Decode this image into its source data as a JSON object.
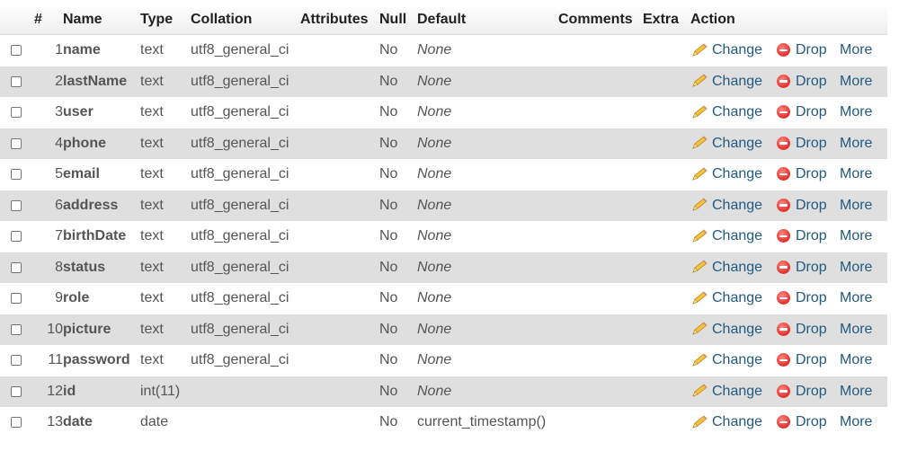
{
  "headers": {
    "num": "#",
    "name": "Name",
    "type": "Type",
    "collation": "Collation",
    "attributes": "Attributes",
    "null": "Null",
    "default": "Default",
    "comments": "Comments",
    "extra": "Extra",
    "action": "Action"
  },
  "actions": {
    "change": "Change",
    "drop": "Drop",
    "more": "More"
  },
  "rows": [
    {
      "num": "1",
      "name": "name",
      "type": "text",
      "collation": "utf8_general_ci",
      "null": "No",
      "default": "None"
    },
    {
      "num": "2",
      "name": "lastName",
      "type": "text",
      "collation": "utf8_general_ci",
      "null": "No",
      "default": "None"
    },
    {
      "num": "3",
      "name": "user",
      "type": "text",
      "collation": "utf8_general_ci",
      "null": "No",
      "default": "None"
    },
    {
      "num": "4",
      "name": "phone",
      "type": "text",
      "collation": "utf8_general_ci",
      "null": "No",
      "default": "None"
    },
    {
      "num": "5",
      "name": "email",
      "type": "text",
      "collation": "utf8_general_ci",
      "null": "No",
      "default": "None"
    },
    {
      "num": "6",
      "name": "address",
      "type": "text",
      "collation": "utf8_general_ci",
      "null": "No",
      "default": "None"
    },
    {
      "num": "7",
      "name": "birthDate",
      "type": "text",
      "collation": "utf8_general_ci",
      "null": "No",
      "default": "None"
    },
    {
      "num": "8",
      "name": "status",
      "type": "text",
      "collation": "utf8_general_ci",
      "null": "No",
      "default": "None"
    },
    {
      "num": "9",
      "name": "role",
      "type": "text",
      "collation": "utf8_general_ci",
      "null": "No",
      "default": "None"
    },
    {
      "num": "10",
      "name": "picture",
      "type": "text",
      "collation": "utf8_general_ci",
      "null": "No",
      "default": "None"
    },
    {
      "num": "11",
      "name": "password",
      "type": "text",
      "collation": "utf8_general_ci",
      "null": "No",
      "default": "None"
    },
    {
      "num": "12",
      "name": "id",
      "type": "int(11)",
      "collation": "",
      "null": "No",
      "default": "None"
    },
    {
      "num": "13",
      "name": "date",
      "type": "date",
      "collation": "",
      "null": "No",
      "default": "current_timestamp()"
    }
  ],
  "colors": {
    "link": "#235a81",
    "row_alt": "#dfdfdf",
    "drop_icon": "#e53935"
  },
  "icons": {
    "change": "pencil-icon",
    "drop": "drop-icon"
  }
}
